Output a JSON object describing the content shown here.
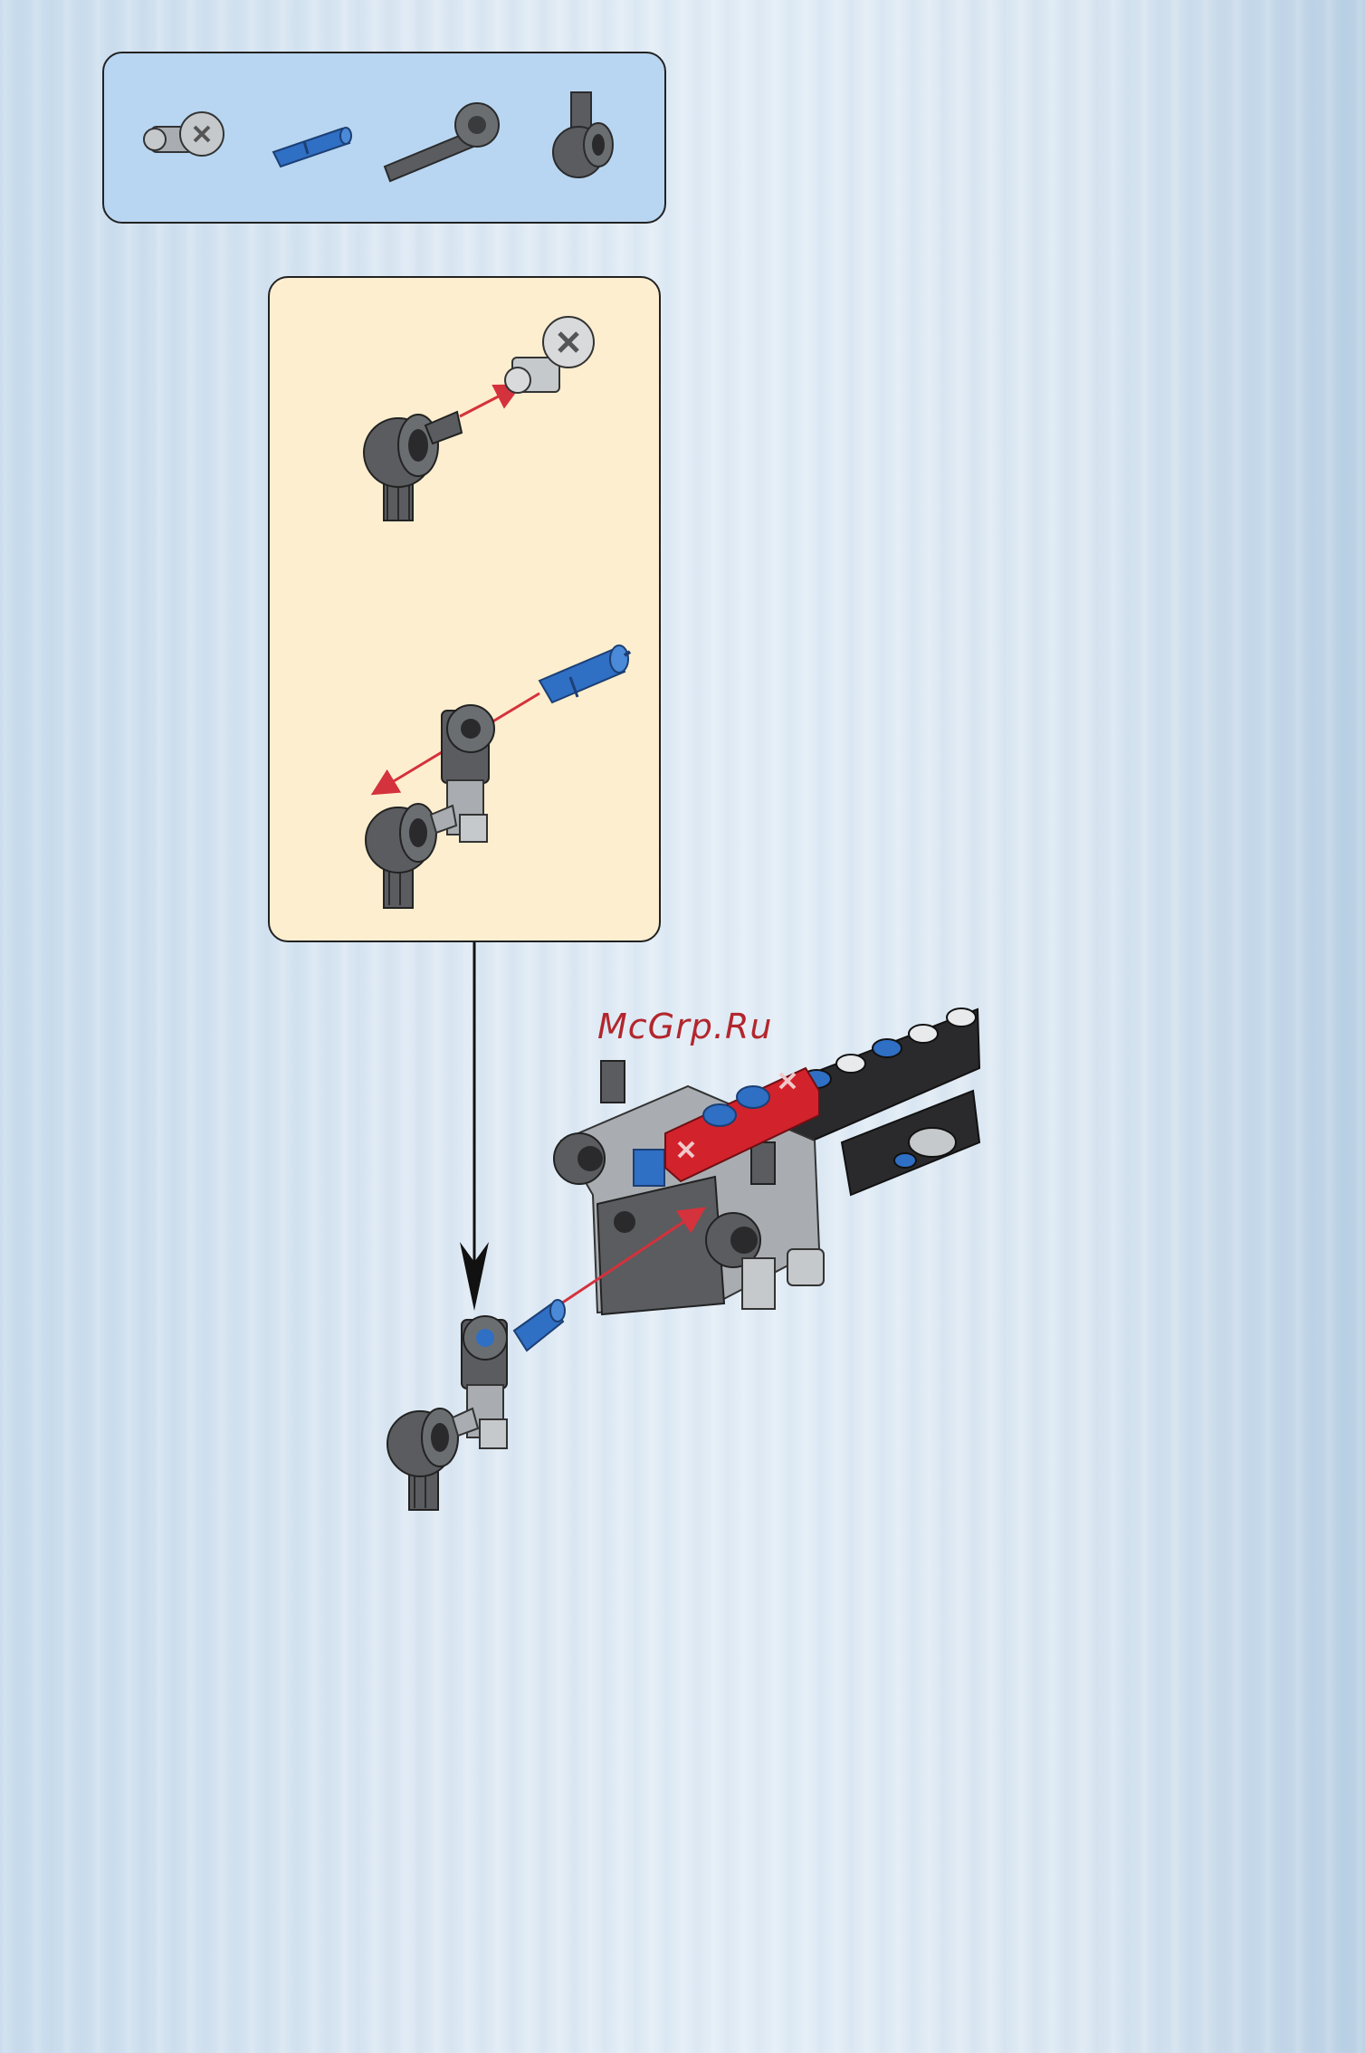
{
  "watermark": {
    "text": "McGrp.Ru"
  },
  "colors": {
    "panel_blue": "#b8d6f1",
    "panel_cream": "#fdeecf",
    "arrow_red": "#d4323c",
    "brick_dark_gray": "#5a5c5f",
    "brick_light_gray": "#a9adb1",
    "brick_blue": "#2f6fc4",
    "brick_red": "#d2222b",
    "brick_black": "#2a2a2c"
  },
  "parts_list": {
    "items": [
      {
        "name": "axle-pin-connector-light-gray"
      },
      {
        "name": "axle-pin-blue"
      },
      {
        "name": "axle-connector-dark-gray"
      },
      {
        "name": "angle-connector-dark-gray"
      }
    ]
  },
  "substeps": [
    {
      "action": "attach-connector-to-axle"
    },
    {
      "action": "insert-blue-pin"
    }
  ]
}
